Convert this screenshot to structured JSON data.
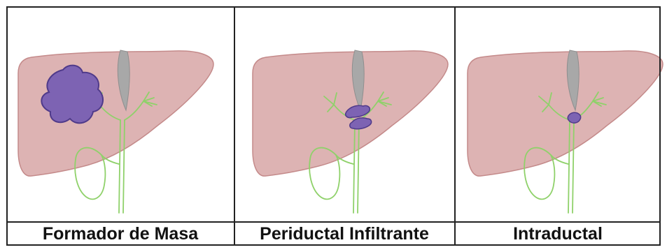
{
  "panels": [
    {
      "label": "Formador de Masa",
      "tumor": "mass-forming"
    },
    {
      "label": "Periductal Infiltrante",
      "tumor": "periductal-infiltrating"
    },
    {
      "label": "Intraductal",
      "tumor": "intraductal"
    }
  ],
  "colors": {
    "liver_fill": "#ddb3b3",
    "liver_stroke": "#c48a8a",
    "ligament": "#a8a8a8",
    "bile_duct": "#8fd16a",
    "tumor_fill": "#7d63b3",
    "tumor_stroke": "#4f3a8a",
    "frame": "#222222"
  }
}
